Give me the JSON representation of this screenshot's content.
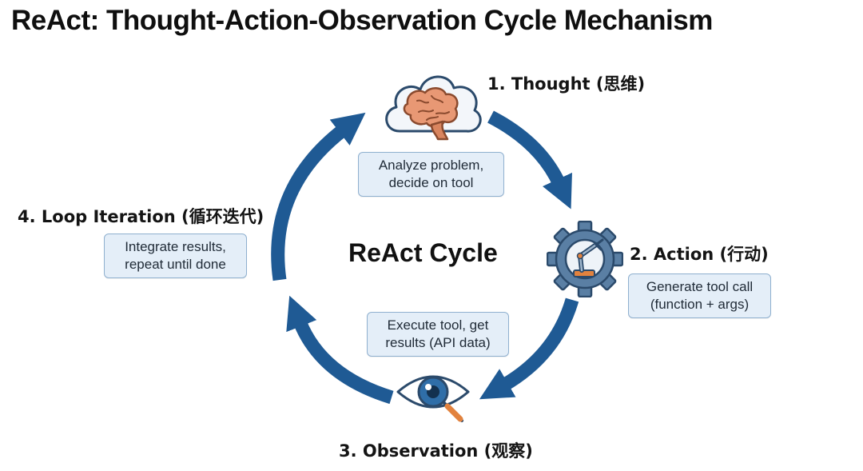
{
  "title": "ReAct: Thought-Action-Observation Cycle Mechanism",
  "center_label": "ReAct Cycle",
  "colors": {
    "arrow": "#1f5a94",
    "box_fill": "#e4eef8",
    "box_border": "#8fb0cf",
    "gear": "#5a7fa4",
    "brain": "#e89874",
    "eye_iris": "#2f6ea8",
    "magnifier_handle": "#e2823e"
  },
  "steps": [
    {
      "label": "1. Thought (思维)",
      "lines": [
        "Analyze problem,",
        "decide on tool"
      ],
      "icon": "brain-cloud-icon"
    },
    {
      "label": "2. Action (行动)",
      "lines": [
        "Generate tool call",
        "(function + args)"
      ],
      "icon": "gear-robot-arm-icon"
    },
    {
      "label": "3. Observation (观察)",
      "lines": [
        "Execute tool, get",
        "results (API data)"
      ],
      "icon": "eye-magnifier-icon"
    },
    {
      "label": "4. Loop Iteration (循环迭代)",
      "lines": [
        "Integrate results,",
        "repeat until done"
      ],
      "icon": ""
    }
  ]
}
